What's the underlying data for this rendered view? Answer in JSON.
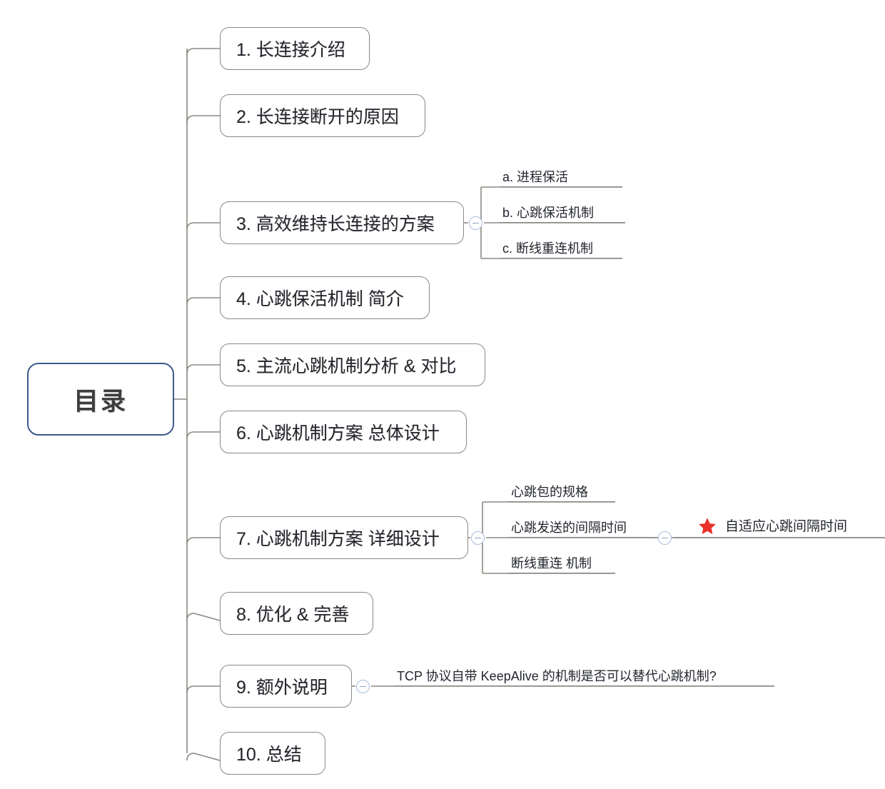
{
  "mindmap": {
    "root": {
      "label": "目录"
    },
    "branches": [
      {
        "id": "b1",
        "label": "1. 长连接介绍",
        "toggle": null
      },
      {
        "id": "b2",
        "label": "2. 长连接断开的原因",
        "toggle": null
      },
      {
        "id": "b3",
        "label": "3. 高效维持长连接的方案",
        "toggle": "collapse-toggle"
      },
      {
        "id": "b4",
        "label": "4. 心跳保活机制 简介",
        "toggle": null
      },
      {
        "id": "b5",
        "label": "5. 主流心跳机制分析 & 对比",
        "toggle": null
      },
      {
        "id": "b6",
        "label": "6. 心跳机制方案 总体设计",
        "toggle": null
      },
      {
        "id": "b7",
        "label": "7. 心跳机制方案 详细设计",
        "toggle": "collapse-toggle"
      },
      {
        "id": "b8",
        "label": "8. 优化 & 完善",
        "toggle": null
      },
      {
        "id": "b9",
        "label": "9. 额外说明",
        "toggle": "collapse-toggle"
      },
      {
        "id": "b10",
        "label": "10. 总结",
        "toggle": null
      }
    ],
    "subnodes": {
      "b3": [
        {
          "id": "b3s1",
          "label": "a. 进程保活"
        },
        {
          "id": "b3s2",
          "label": "b. 心跳保活机制"
        },
        {
          "id": "b3s3",
          "label": "c. 断线重连机制"
        }
      ],
      "b7": [
        {
          "id": "b7s1",
          "label": "心跳包的规格"
        },
        {
          "id": "b7s2",
          "label": "心跳发送的间隔时间",
          "toggle": "collapse-toggle"
        },
        {
          "id": "b7s3",
          "label": "断线重连 机制"
        }
      ],
      "b9": [
        {
          "id": "b9s1",
          "label": "TCP 协议自带 KeepAlive 的机制是否可以替代心跳机制?"
        }
      ],
      "b7s2": [
        {
          "id": "b7s2c1",
          "label": "自适应心跳间隔时间",
          "icon": "star-icon"
        }
      ]
    },
    "colors": {
      "root_border": "#3c5a8c",
      "node_border": "#8d8882",
      "connector": "#8d8882",
      "text": "#23262e",
      "toggle_border": "#a8bcdc",
      "star": "#e8312a",
      "background": "#ffffff"
    }
  }
}
